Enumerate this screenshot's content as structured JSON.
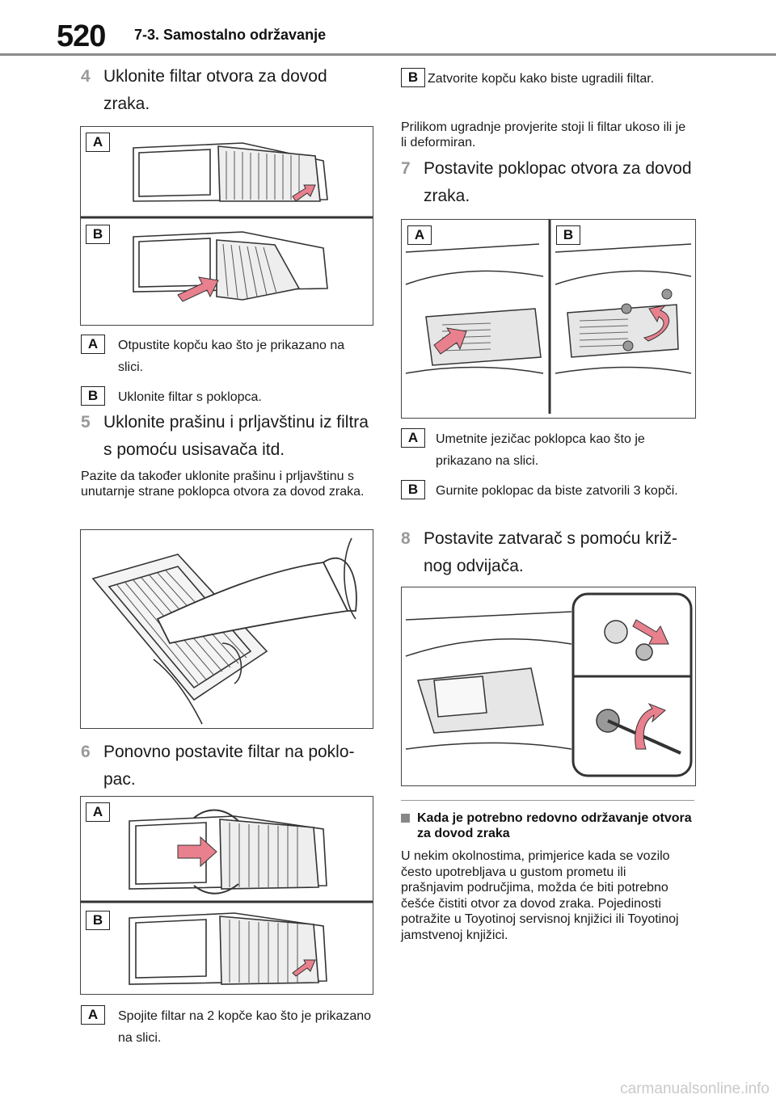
{
  "header": {
    "page_number": "520",
    "section": "7-3. Samostalno održavanje"
  },
  "left": {
    "step4": {
      "num": "4",
      "text": "Uklonite filtar otvora za dovod zraka."
    },
    "fig1": {
      "label_a": "A",
      "label_b": "B"
    },
    "fig1_notes": [
      {
        "label": "A",
        "text": "Otpustite kopču kao što je prikazano na slici."
      },
      {
        "label": "B",
        "text": "Uklonite filtar s poklopca."
      }
    ],
    "step5": {
      "num": "5",
      "text": "Uklonite prašinu i prljavštinu iz fil­tra s pomoću usisavača itd."
    },
    "step5_para": "Pazite da također uklonite prašinu i prljav­štinu s unutarnje strane poklopca otvora za dovod zraka.",
    "step6": {
      "num": "6",
      "text": "Ponovno postavite filtar na poklo­pac."
    },
    "fig3": {
      "label_a": "A",
      "label_b": "B"
    },
    "fig3_notes": [
      {
        "label": "A",
        "text": "Spojite filtar na 2 kopče kao što je pri­kazano na slici."
      }
    ]
  },
  "right": {
    "top_note": {
      "label": "B",
      "text": "Zatvorite kopču kako biste ugradili fil­tar."
    },
    "top_para": "Prilikom ugradnje provjerite stoji li filtar ukoso ili je li deformiran.",
    "step7": {
      "num": "7",
      "text": "Postavite poklopac otvora za dovod zraka."
    },
    "fig4": {
      "label_a": "A",
      "label_b": "B"
    },
    "fig4_notes": [
      {
        "label": "A",
        "text": "Umetnite jezičac poklopca kao što je prikazano na slici."
      },
      {
        "label": "B",
        "text": "Gurnite poklopac da biste zatvorili 3 kopči."
      }
    ],
    "step8": {
      "num": "8",
      "text": "Postavite zatvarač s pomoću križ­nog odvijača."
    },
    "subhead": "Kada je potrebno redovno održavanje otvora za dovod zraka",
    "sub_para": "U nekim okolnostima, primjerice kada se vozilo često upotrebljava u gustom pro­metu ili prašnjavim područjima, možda će biti potrebno češće čistiti otvor za dovod zraka. Pojedinosti potražite u Toyotinoj servisnoj knjižici ili Toyotinoj jamstvenoj knjižici."
  },
  "footer": {
    "watermark": "carmanualsonline.info"
  },
  "colors": {
    "accent_arrow": "#e8808e",
    "step_number": "#999999",
    "rule": "#8a8a8a"
  }
}
